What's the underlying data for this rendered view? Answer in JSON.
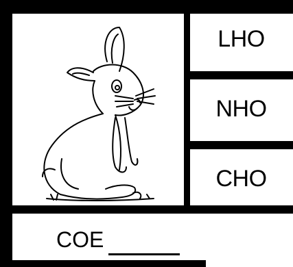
{
  "worksheet": {
    "image_icon": "rabbit-drawing",
    "options": [
      "LHO",
      "NHO",
      "CHO"
    ],
    "word_prefix": "COE"
  }
}
